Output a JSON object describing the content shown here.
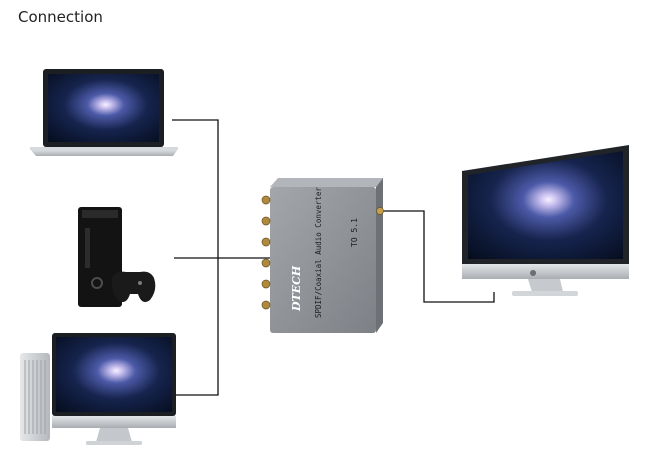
{
  "title": "Connection",
  "devices": {
    "laptop": {
      "icon": "laptop-icon"
    },
    "game_console": {
      "icon": "game-console-icon"
    },
    "desktop_tower": {
      "icon": "desktop-tower-icon"
    },
    "monitor": {
      "icon": "monitor-icon"
    }
  },
  "converter": {
    "brand": "DTECH",
    "product_label": "SPDIF/Coaxial Audio Converter",
    "channel_label": "TO 5.1",
    "body_color": "#8e9296"
  },
  "colors": {
    "line": "#111111",
    "screen_dark": "#0a1630",
    "aluminum": "#c9ccd0"
  }
}
